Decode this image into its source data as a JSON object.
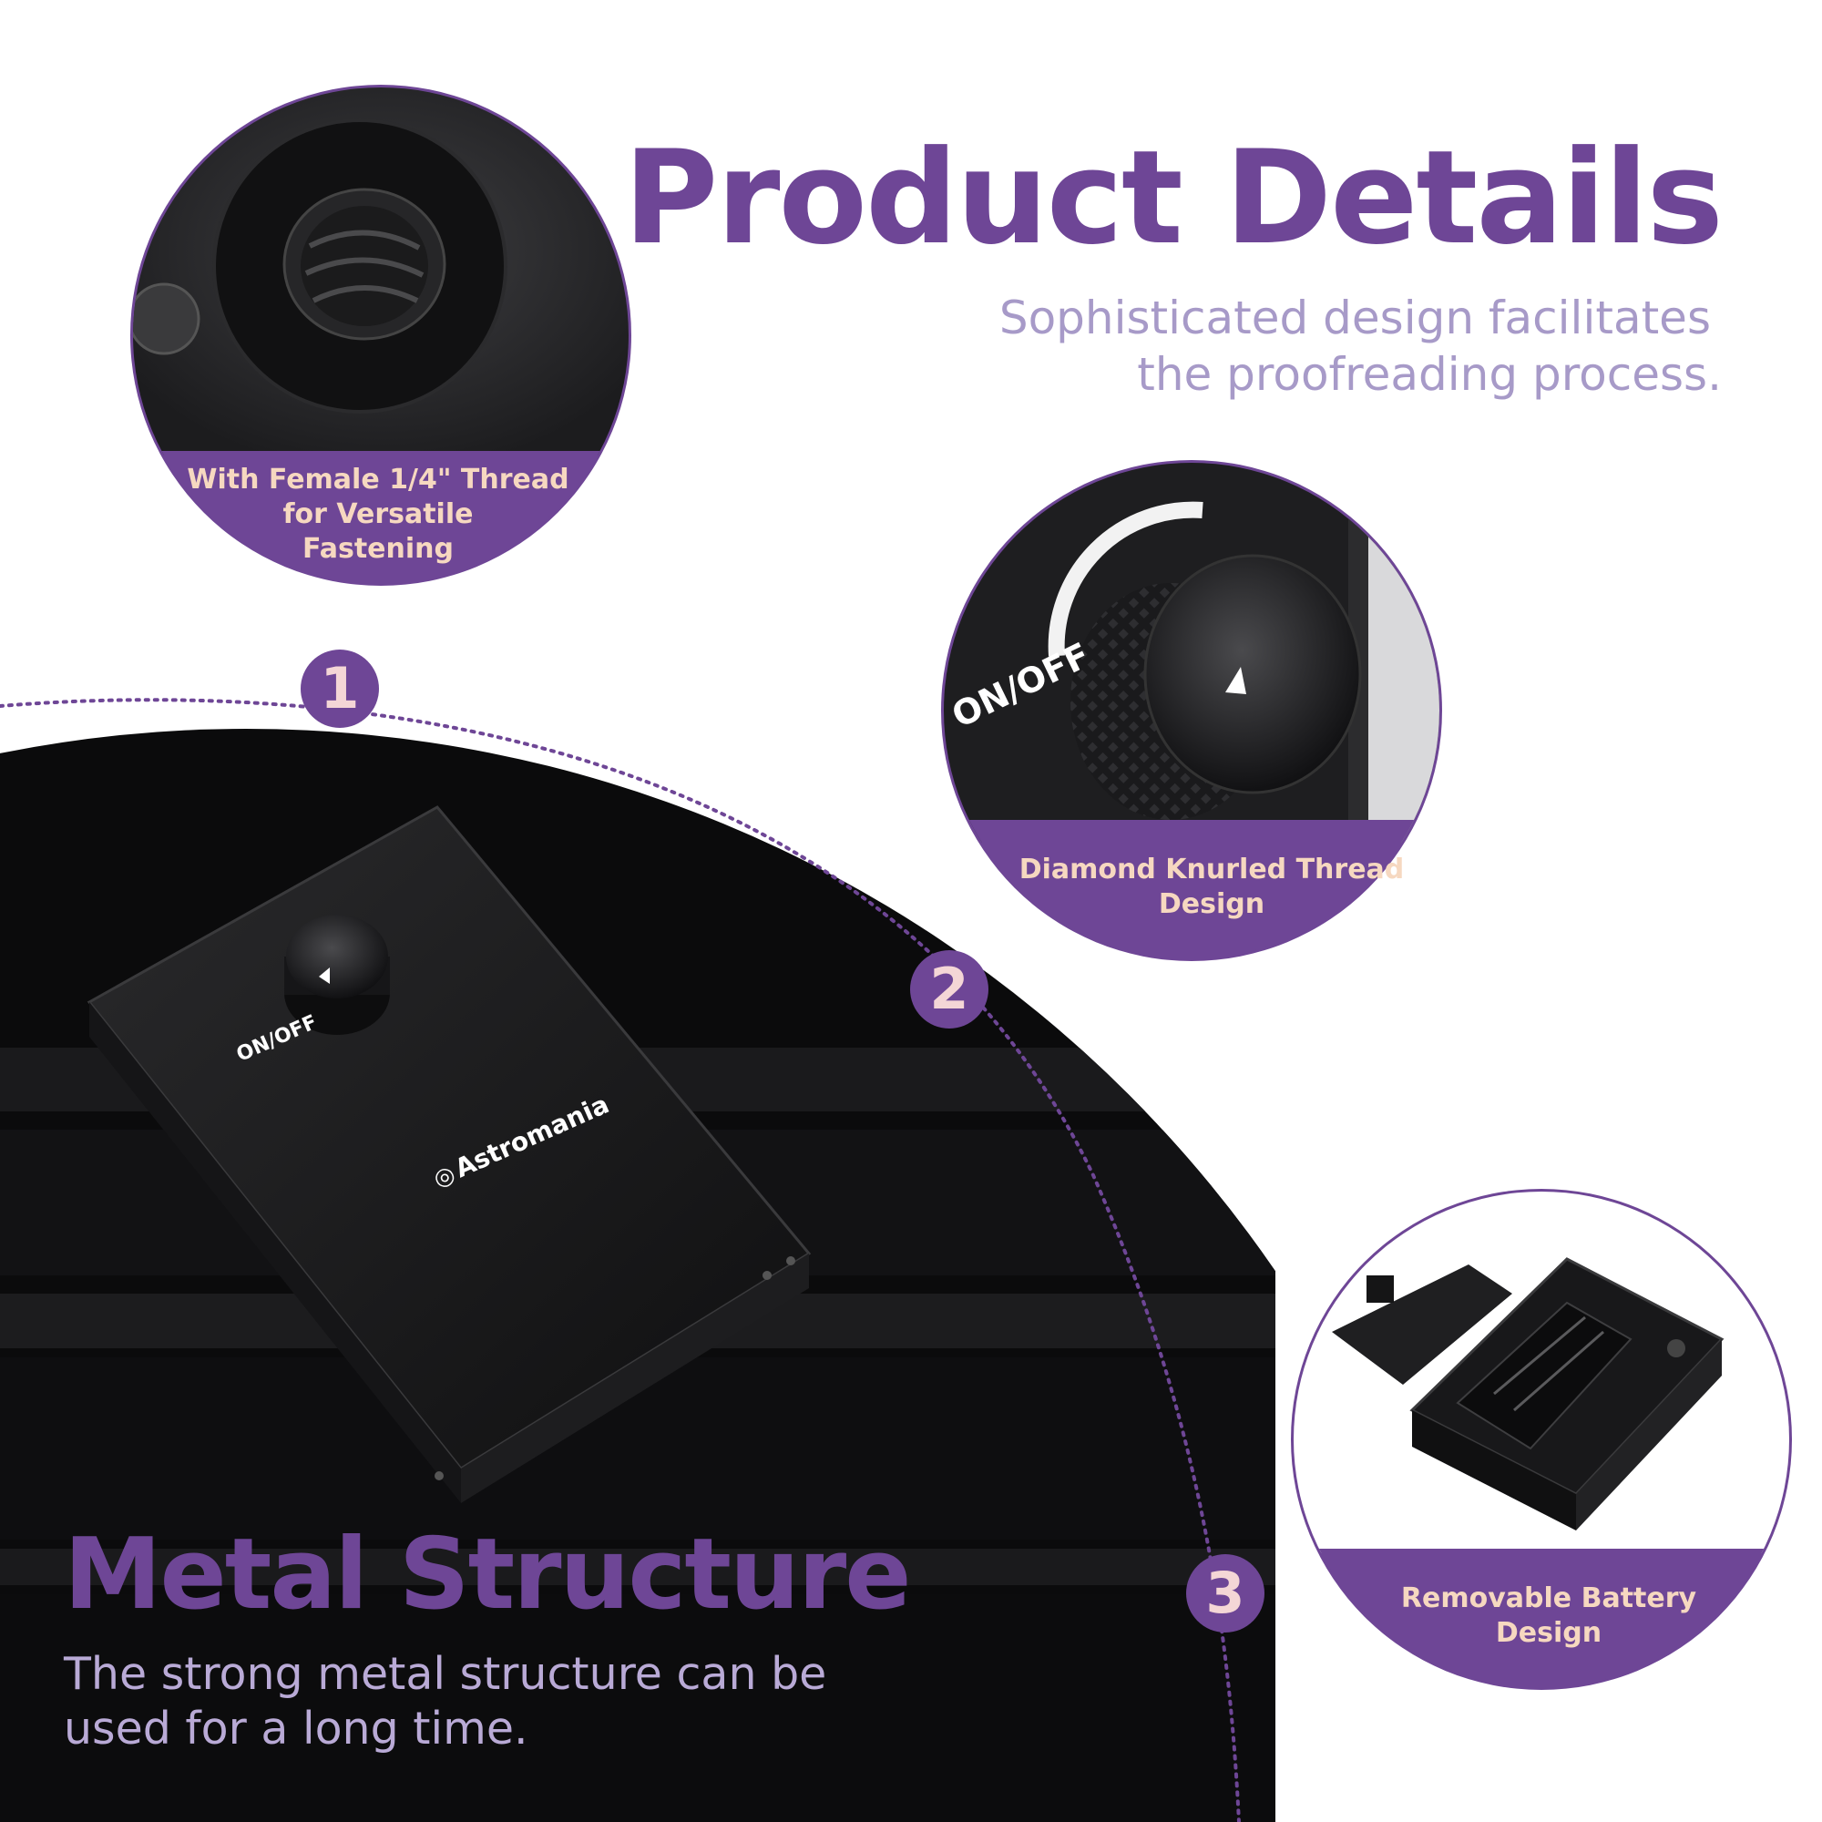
{
  "header": {
    "title": "Product Details",
    "subtitle_line1": "Sophisticated design facilitates",
    "subtitle_line2": "the proofreading process."
  },
  "features": [
    {
      "number": "1",
      "caption_lines": [
        "With Female 1/4\" Thread",
        "for Versatile",
        "Fastening"
      ]
    },
    {
      "number": "2",
      "caption_lines": [
        "Diamond Knurled Thread",
        "Design"
      ]
    },
    {
      "number": "3",
      "caption_lines": [
        "Removable Battery",
        "Design"
      ]
    }
  ],
  "metal": {
    "title": "Metal Structure",
    "description_line1": "The strong metal structure can be",
    "description_line2": "used for a long time."
  },
  "device": {
    "knob_label": "ON/OFF",
    "brand": "Astromania",
    "brand_icon": "galaxy-logo-icon"
  },
  "colors": {
    "accent": "#6e4696",
    "subtitle": "#a79ac8",
    "caption_text": "#f6d8c0",
    "badge_text": "#f4d6d6",
    "dark": "#0b0b0c"
  }
}
